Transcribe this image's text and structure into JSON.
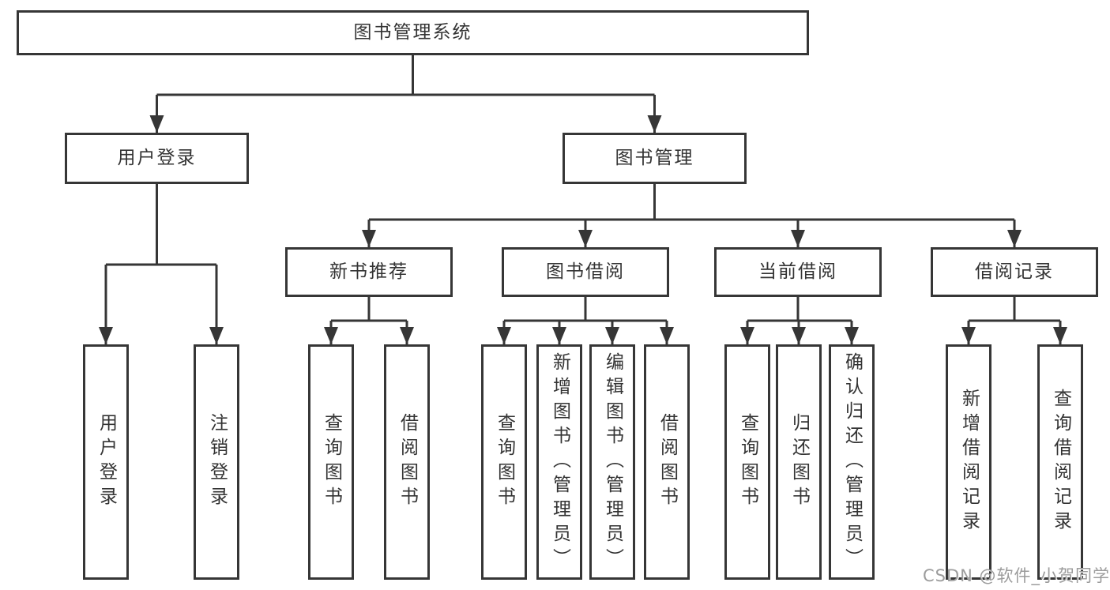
{
  "tree": {
    "label": "图书管理系统",
    "children": [
      {
        "label": "用户登录",
        "children": [
          {
            "label": "用户登录"
          },
          {
            "label": "注销登录"
          }
        ]
      },
      {
        "label": "图书管理",
        "children": [
          {
            "label": "新书推荐",
            "children": [
              {
                "label": "查询图书"
              },
              {
                "label": "借阅图书"
              }
            ]
          },
          {
            "label": "图书借阅",
            "children": [
              {
                "label": "查询图书"
              },
              {
                "label": "新增图书（管理员）"
              },
              {
                "label": "编辑图书（管理员）"
              },
              {
                "label": "借阅图书"
              }
            ]
          },
          {
            "label": "当前借阅",
            "children": [
              {
                "label": "查询图书"
              },
              {
                "label": "归还图书"
              },
              {
                "label": "确认归还（管理员）"
              }
            ]
          },
          {
            "label": "借阅记录",
            "children": [
              {
                "label": "新增借阅记录"
              },
              {
                "label": "查询借阅记录"
              }
            ]
          }
        ]
      }
    ]
  },
  "watermark": {
    "text": "CSDN @软件_小贺同学"
  },
  "colors": {
    "line": "#363636",
    "box_border": "#363636",
    "text": "#333333",
    "background": "#ffffff",
    "watermark": "#9c9c9c"
  }
}
